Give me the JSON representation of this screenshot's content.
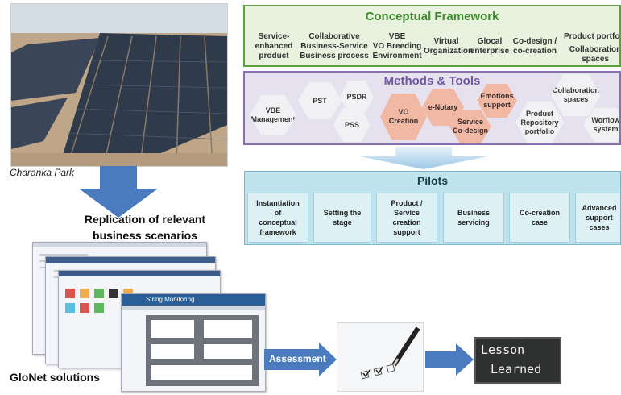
{
  "photo": {
    "caption": "Charanka Park"
  },
  "replication": {
    "line1": "Replication of relevant",
    "line2": "business scenarios"
  },
  "conceptual_framework": {
    "title": "Conceptual Framework",
    "items": [
      "Service-\nenhanced\nproduct",
      "Collaborative\nBusiness-Service\nBusiness process",
      "VBE\nVO Breeding\nEnvironment",
      "Virtual\nOrganization",
      "Glocal\nenterprise",
      "Co-design /\nco-creation",
      "Product portfol",
      "Collaboration\nspaces"
    ]
  },
  "methods_tools": {
    "title": "Methods & Tools",
    "items": [
      "VBE\nManagement",
      "PST",
      "PSDR",
      "PSS",
      "VO\nCreation",
      "e-Notary",
      "Service\nCo-design",
      "Emotions\nsupport",
      "Product\nRepository\nportfolio",
      "Collaboration\nspaces",
      "Worflow\nsystem"
    ]
  },
  "pilots": {
    "title": "Pilots",
    "items": [
      "Instantiation\nof\nconceptual\nframework",
      "Setting the\nstage",
      "Product /\nService\ncreation\nsupport",
      "Business\nservicing",
      "Co-creation\ncase",
      "Advanced\nsupport\ncases"
    ]
  },
  "solutions": {
    "label": "GloNet solutions",
    "window_title": "String Monitoring"
  },
  "assessment": {
    "label": "Assessment"
  },
  "lesson": {
    "line1": "Lesson",
    "line2": "Learned"
  },
  "colors": {
    "cf_border": "#5aa33a",
    "mt_border": "#8a6fb0",
    "pilots_bg": "#bfe3ec",
    "arrow": "#4a7bbf"
  }
}
